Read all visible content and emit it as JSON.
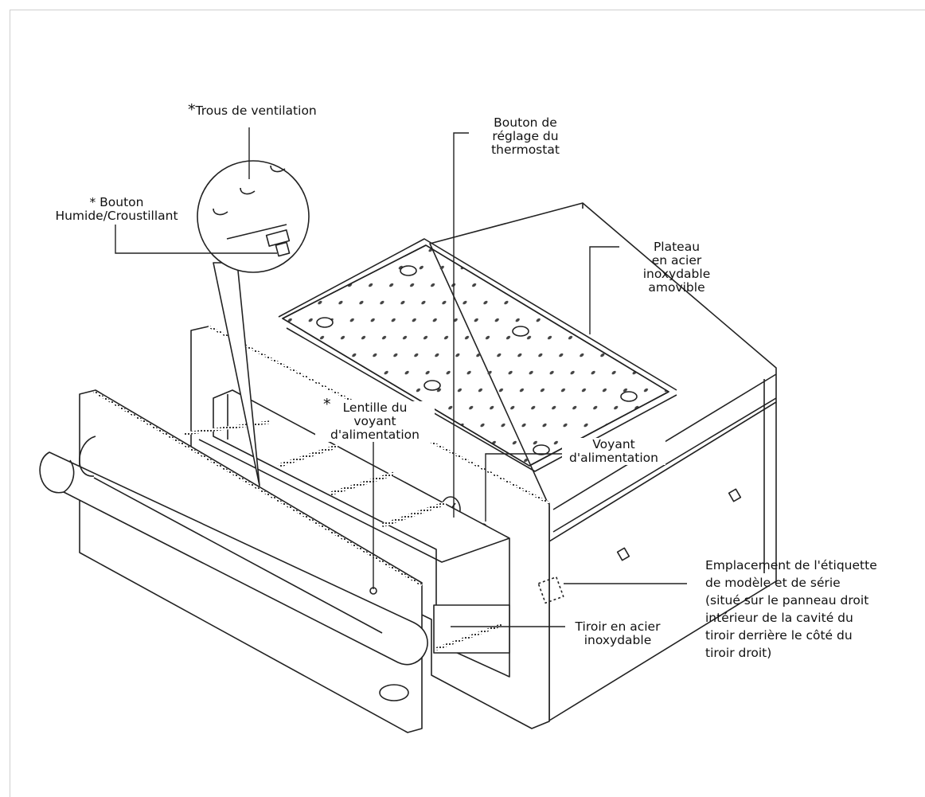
{
  "labels": {
    "vent_holes": {
      "star": "*",
      "text": "Trous de ventilation"
    },
    "moist_crisp": {
      "line1": "* Bouton",
      "line2": "Humide/Croustillant"
    },
    "thermostat": {
      "line1": "Bouton de",
      "line2": "réglage du",
      "line3": "thermostat"
    },
    "tray": {
      "line1": "Plateau",
      "line2": "en  acier",
      "line3": "inoxydable",
      "line4": "amovible"
    },
    "lens": {
      "star": "*",
      "line1": "Lentille du",
      "line2": "voyant",
      "line3": "d'alimentation"
    },
    "power_light": {
      "line1": "Voyant",
      "line2": "d'alimentation"
    },
    "model_label": {
      "line1": "Emplacement de l'étiquette",
      "line2": "de modèle et de série",
      "line3": "(situé sur le panneau droit",
      "line4": "intérieur de la cavité du",
      "line5": "tiroir derrière le côté du",
      "line6": "tiroir droit)"
    },
    "drawer": {
      "line1": "Tiroir en acier",
      "line2": "inoxydable"
    }
  }
}
